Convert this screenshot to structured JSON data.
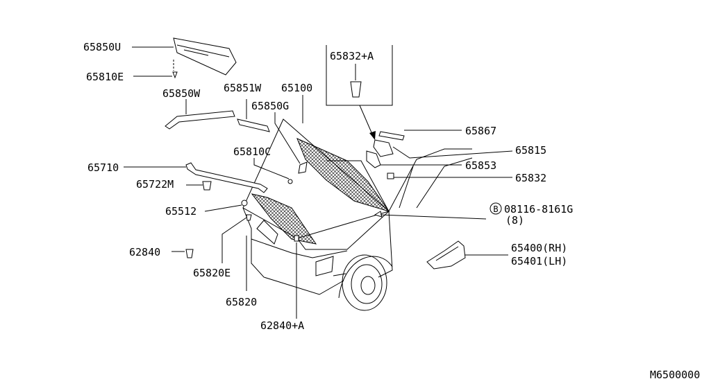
{
  "diagram_id": "M6500000",
  "labels": {
    "p65850U": "65850U",
    "p65810E": "65810E",
    "p65850W": "65850W",
    "p65851W": "65851W",
    "p65100": "65100",
    "p65850G": "65850G",
    "p65832A": "65832+A",
    "p65867": "65867",
    "p65815": "65815",
    "p65853": "65853",
    "p65832": "65832",
    "p65810C": "65810C",
    "p65710": "65710",
    "p65722M": "65722M",
    "p65512": "65512",
    "p62840": "62840",
    "p65820E": "65820E",
    "p65820": "65820",
    "p62840A": "62840+A",
    "bolt_circle": "B",
    "bolt_number": "08116-8161G",
    "bolt_qty": "(8)",
    "p65400": "65400(RH)",
    "p65401": "65401(LH)"
  }
}
